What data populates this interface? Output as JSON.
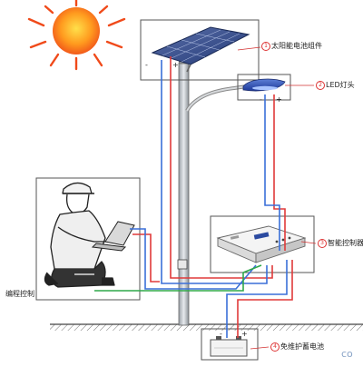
{
  "labels": {
    "solar_panel": {
      "num": "1",
      "text": "太阳能电池组件"
    },
    "led_lamp": {
      "num": "2",
      "text": "LED灯头"
    },
    "controller": {
      "num": "3",
      "text": "智能控制器"
    },
    "battery": {
      "num": "4",
      "text": "免维护蓄电池"
    },
    "laptop": {
      "text": "编程控制"
    }
  },
  "polarity": {
    "neg": "-",
    "pos": "+"
  },
  "watermark": "co",
  "colors": {
    "wire_red": "#e03a3a",
    "wire_blue": "#3a6fd8",
    "wire_green": "#2fa84a",
    "sun": "#f04a1a",
    "frame": "#555555",
    "label_accent": "#d33333"
  }
}
